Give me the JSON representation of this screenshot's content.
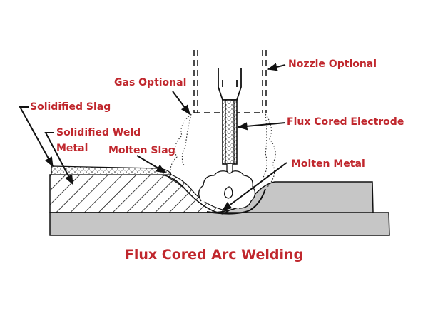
{
  "title": "Flux Cored Arc Welding",
  "labels": {
    "nozzle": "Nozzle Optional",
    "gas": "Gas Optional",
    "electrode": "Flux Cored Electrode",
    "solidified_slag": "Solidified Slag",
    "solidified_weld_metal_line1": "Solidified Weld",
    "solidified_weld_metal_line2": "Metal",
    "molten_slag": "Molten Slag",
    "molten_metal": "Molten Metal"
  },
  "colors": {
    "label": "#c0272d",
    "base_plate": "#c6c6c6",
    "line": "#111111"
  }
}
